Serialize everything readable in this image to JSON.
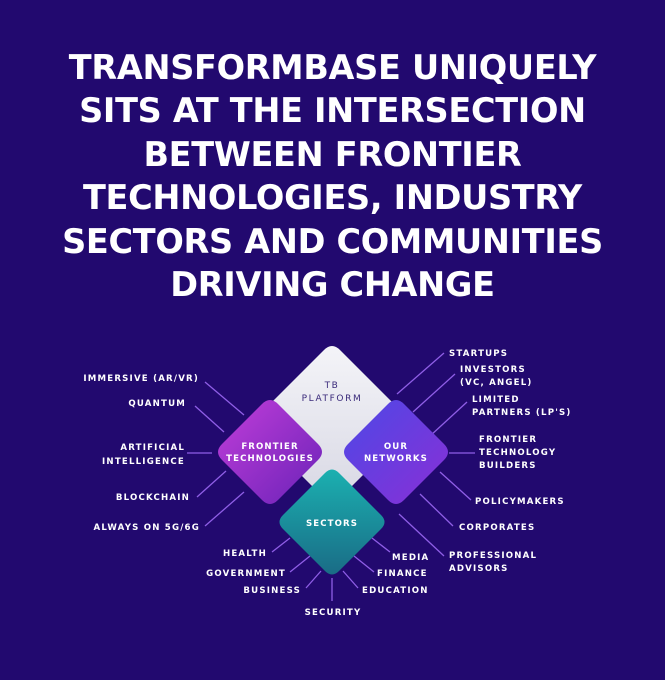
{
  "headline": {
    "lines": [
      "TRANSFORMBASE UNIQUELY",
      "SITS AT THE INTERSECTION",
      "BETWEEN FRONTIER",
      "TECHNOLOGIES, INDUSTRY",
      "SECTORS AND COMMUNITIES",
      "DRIVING CHANGE"
    ]
  },
  "diagram": {
    "platform": {
      "line1": "TB",
      "line2": "PLATFORM"
    },
    "frontier": {
      "line1": "FRONTIER",
      "line2": "TECHNOLOGIES"
    },
    "networks": {
      "line1": "OUR",
      "line2": "NETWORKS"
    },
    "sectors": {
      "label": "SECTORS"
    },
    "left_items": [
      [
        "IMMERSIVE (AR/VR)"
      ],
      [
        "QUANTUM"
      ],
      [
        "ARTIFICIAL",
        "INTELLIGENCE"
      ],
      [
        "BLOCKCHAIN"
      ],
      [
        "ALWAYS ON 5G/6G"
      ]
    ],
    "right_items": [
      [
        "STARTUPS"
      ],
      [
        "INVESTORS",
        "(VC, ANGEL)"
      ],
      [
        "LIMITED",
        "PARTNERS (LP'S)"
      ],
      [
        "FRONTIER",
        "TECHNOLOGY",
        "BUILDERS"
      ],
      [
        "POLICYMAKERS"
      ],
      [
        "CORPORATES"
      ],
      [
        "PROFESSIONAL",
        "ADVISORS"
      ]
    ],
    "bottom_items": [
      "HEALTH",
      "GOVERNMENT",
      "BUSINESS",
      "SECURITY",
      "EDUCATION",
      "FINANCE",
      "MEDIA"
    ]
  },
  "colors": {
    "background": "#22096f",
    "connector": "#8f5ee6",
    "frontier_from": "#c13ed9",
    "frontier_to": "#6a22b8",
    "networks_from": "#4d48e6",
    "networks_to": "#8a2fd6",
    "sectors_from": "#1bb0b0",
    "sectors_to": "#1a6c86",
    "platform": "#ececf3"
  }
}
